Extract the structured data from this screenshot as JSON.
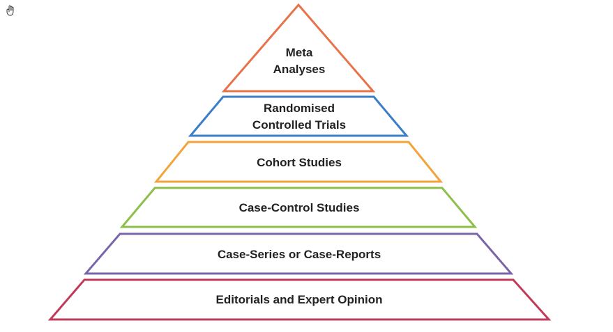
{
  "hand_cursor_icon": "hand-pointer-icon",
  "pyramid": {
    "tiers": [
      {
        "lines": [
          "Meta",
          "Analyses"
        ],
        "color": "#e8734a"
      },
      {
        "lines": [
          "Randomised",
          "Controlled Trials"
        ],
        "color": "#3a7dc8"
      },
      {
        "lines": [
          "Cohort Studies"
        ],
        "color": "#f4a33a"
      },
      {
        "lines": [
          "Case-Control Studies"
        ],
        "color": "#8cc04a"
      },
      {
        "lines": [
          "Case-Series or Case-Reports"
        ],
        "color": "#7a64aa"
      },
      {
        "lines": [
          "Editorials and Expert Opinion"
        ],
        "color": "#c23a5a"
      }
    ]
  }
}
